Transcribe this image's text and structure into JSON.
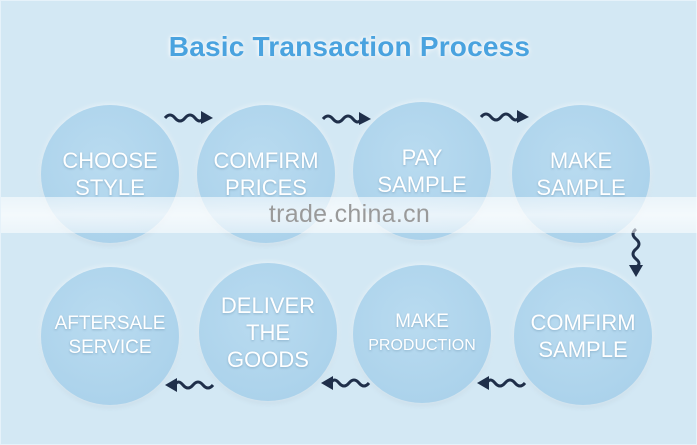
{
  "title": "Basic Transaction Process",
  "watermark": "trade.china.cn",
  "steps": [
    {
      "lines": [
        "CHOOSE",
        "STYLE"
      ]
    },
    {
      "lines": [
        "COMFIRM",
        "PRICES"
      ]
    },
    {
      "lines": [
        "PAY",
        "SAMPLE"
      ]
    },
    {
      "lines": [
        "MAKE",
        "SAMPLE"
      ]
    },
    {
      "lines": [
        "COMFIRM",
        "SAMPLE"
      ]
    },
    {
      "lines": [
        "MAKE",
        "PRODUCTION"
      ]
    },
    {
      "lines": [
        "DELIVER",
        "THE",
        "GOODS"
      ]
    },
    {
      "lines": [
        "AFTERSALE",
        "SERVICE"
      ]
    }
  ],
  "colors": {
    "background": "#d3e8f4",
    "circle": "#aed4ec",
    "title": "#4aa3df",
    "arrow": "#1f2f4a"
  },
  "icons": [
    "squiggle-arrow-right-icon",
    "squiggle-arrow-down-icon",
    "squiggle-arrow-left-icon"
  ]
}
